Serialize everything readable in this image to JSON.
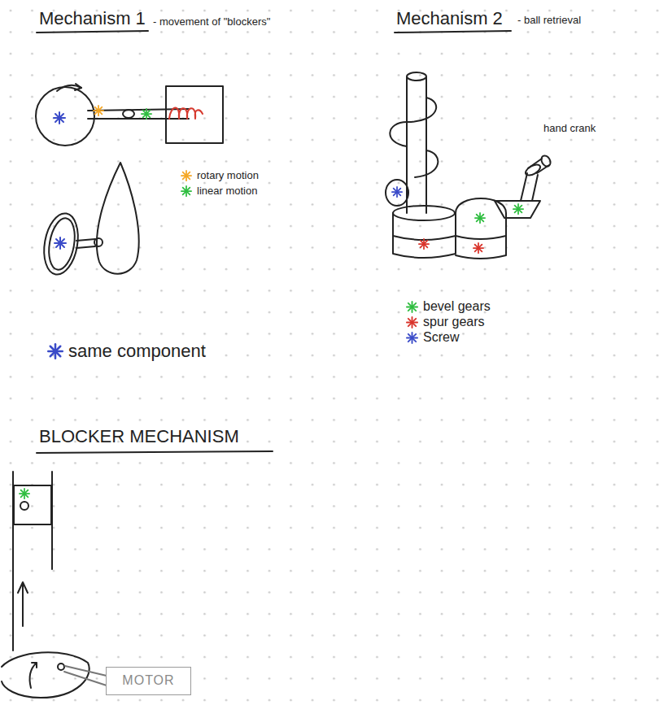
{
  "diagram": {
    "nodes": [
      {
        "text": [
          "MOTOR"
        ]
      }
    ],
    "labels": [
      "Mechanism 1",
      "- movement of \"blockers\"",
      "Mechanism 2",
      "- ball retrieval",
      "hand crank",
      "BLOCKER MECHANISM"
    ],
    "legend": [
      {
        "text": "rotary motion",
        "color": "#f5a623"
      },
      {
        "text": "linear motion",
        "color": "#2ebd3f"
      },
      {
        "text": "same component",
        "color": "#3a4bc8"
      },
      {
        "text": "bevel gears",
        "color": "#2ebd3f"
      },
      {
        "text": "spur gears",
        "color": "#d9342b"
      },
      {
        "text": "Screw",
        "color": "#3a4bc8"
      }
    ]
  }
}
